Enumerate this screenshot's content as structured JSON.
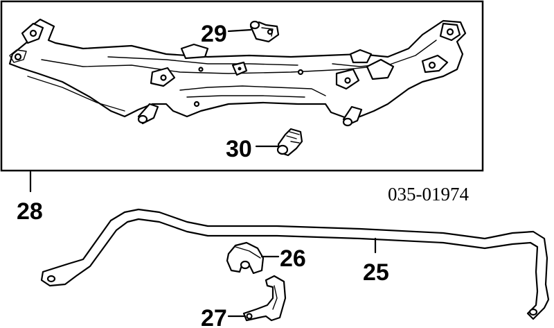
{
  "diagram": {
    "part_number": "035-01974",
    "callouts": {
      "c25": "25",
      "c26": "26",
      "c27": "27",
      "c28": "28",
      "c29": "29",
      "c30": "30"
    }
  }
}
